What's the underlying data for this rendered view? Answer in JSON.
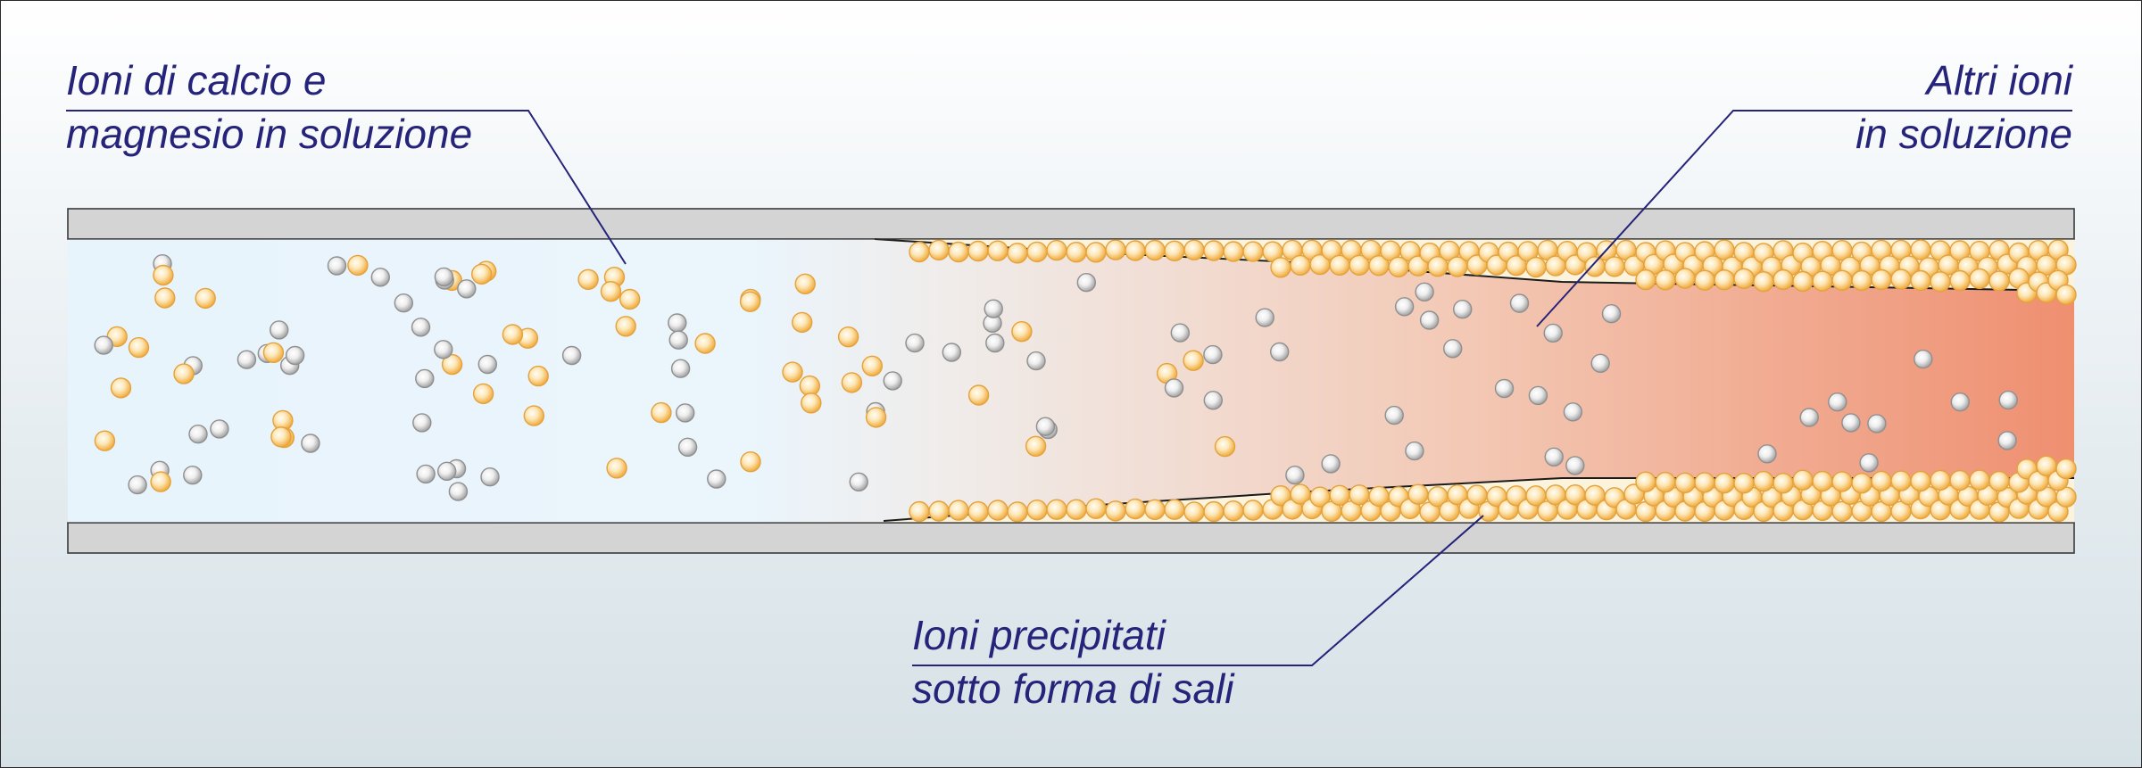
{
  "labels": {
    "calcium_ions": {
      "line1": "Ioni di calcio e",
      "line2": "magnesio in soluzione"
    },
    "other_ions": {
      "line1": "Altri ioni",
      "line2": "in soluzione"
    },
    "precipitated_ions": {
      "line1": "Ioni precipitati",
      "line2": "sotto forma di sali"
    }
  },
  "colors": {
    "label_text": "#25237a",
    "leader_line": "#25237a",
    "water_clean": "#e8f4fc",
    "water_scaled": "#ef8f70",
    "scale_deposit": "#fbf3dc",
    "pipe_wall": "#d4d4d4",
    "calcium_ion": "#f3b34a",
    "other_ion": "#a9a9a9",
    "background_top": "#ffffff",
    "background_bottom": "#d6e1e6"
  },
  "icons": {
    "calcium_ion": "orange-sphere",
    "other_ion": "gray-sphere"
  }
}
